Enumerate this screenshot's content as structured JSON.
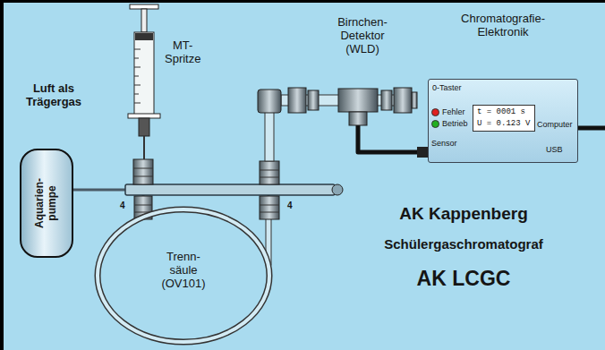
{
  "diagram": {
    "nodes": [
      {
        "text": [
          "Aquarien- pumpe"
        ]
      },
      {
        "text": [
          "Trenn- säule (OV101)"
        ]
      },
      {
        "text": [
          "Birnchen- Detektor (WLD)"
        ]
      },
      {
        "text": [
          "Chromatografie- Elektronik",
          "0-Taster",
          "Fehler",
          "Betrieb",
          "Sensor",
          "Computer",
          "USB"
        ]
      },
      {
        "text": [
          "t = 0001 s",
          "U = 0.123 V"
        ],
        "in": 3
      }
    ],
    "edges": [
      {
        "from": 0,
        "to": 1,
        "arrow": "none"
      },
      {
        "from": 1,
        "to": 2,
        "arrow": "none"
      },
      {
        "from": 2,
        "to": 3,
        "arrow": "none"
      }
    ],
    "labels": [
      "Luft als Trägergas",
      "MT-Spritze",
      "4",
      "4",
      "AK Kappenberg",
      "Schülergaschromatograf",
      "AK LCGC"
    ]
  }
}
